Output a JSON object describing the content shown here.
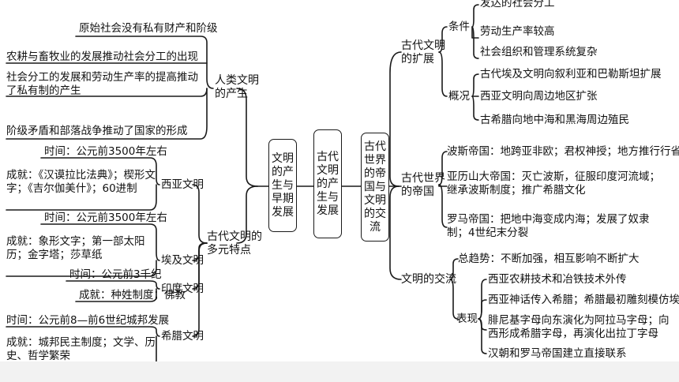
{
  "center": {
    "left_box": "文明的产生与早期发展",
    "mid_box": "古代文明的产生与发展",
    "right_box": "古代世界的帝国与文明的交流"
  },
  "left": {
    "origin": {
      "label": "人类文明的产生",
      "items": [
        "原始社会没有私有财产和阶级",
        "农耕与畜牧业的发展推动社会分工的出现",
        "社会分工的发展和劳动生产率的提高推动了私有制的产生",
        "阶级矛盾和部落战争推动了国家的形成"
      ]
    },
    "features": {
      "label": "古代文明的多元特点",
      "civs": [
        {
          "name": "西亚文明",
          "time": "时间：公元前3500年左右",
          "achievement": "成就：《汉谟拉比法典》；楔形文字；《吉尔伽美什》；60进制"
        },
        {
          "name": "埃及文明",
          "time": "时间：公元前3500年左右",
          "achievement": "成就：象形文字；第一部太阳历；金字塔；莎草纸"
        },
        {
          "name": "印度文明",
          "time": "时间：公元前3千纪",
          "achievement": "成就：种姓制度；佛教"
        },
        {
          "name": "希腊文明",
          "time": "时间：公元前8—前6世纪城邦发展",
          "achievement": "成就：城邦民主制度；文学、历史、哲学繁荣"
        }
      ]
    }
  },
  "right": {
    "expansion": {
      "label": "古代文明的扩展",
      "conditions_label": "条件",
      "conditions": [
        "发达的社会分工",
        "劳动生产率较高",
        "社会组织和管理系统复杂"
      ],
      "overview_label": "概况",
      "overview": [
        "古代埃及文明向叙利亚和巴勒斯坦扩展",
        "西亚文明向周边地区扩张",
        "古希腊向地中海和黑海周边殖民"
      ]
    },
    "empires": {
      "label": "古代世界的帝国",
      "items": [
        "波斯帝国：地跨亚非欧；君权神授；地方推行行省制",
        "亚历山大帝国：灭亡波斯，征服印度河流域；继承波斯制度；推广希腊文化",
        "罗马帝国：把地中海变成内海；发展了奴隶制；4世纪末分裂"
      ]
    },
    "exchange": {
      "label": "文明的交流",
      "trend": "总趋势：不断加强，相互影响不断扩大",
      "show_label": "表现",
      "shows": [
        "西亚农耕技术和冶铁技术外传",
        "西亚神话传入希腊；希腊最初雕刻模仿埃及",
        "腓尼基字母向东演化为阿拉马字母；向西形成希腊字母，再演化出拉丁字母",
        "汉朝和罗马帝国建立直接联系"
      ]
    }
  }
}
